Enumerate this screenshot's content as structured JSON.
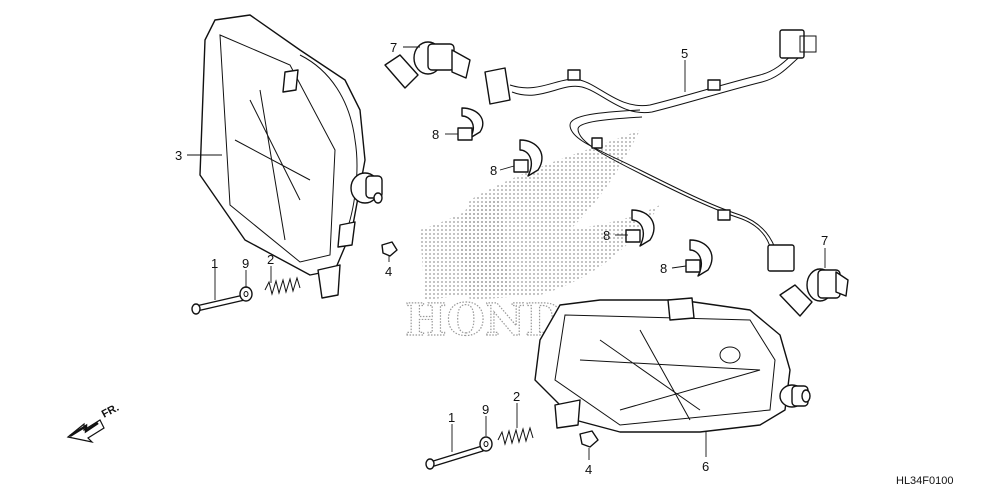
{
  "figure_code": "HL34F0100",
  "direction_label": "FR.",
  "watermark_text": "HONDA",
  "callouts": {
    "bolt_left": "1",
    "bolt_right": "1",
    "spring_left": "2",
    "spring_right": "2",
    "headlight_left": "3",
    "nut_left": "4",
    "nut_right": "4",
    "harness": "5",
    "headlight_right": "6",
    "bulb_left": "7",
    "bulb_right": "7",
    "clip_a": "8",
    "clip_b": "8",
    "clip_c": "8",
    "clip_d": "8",
    "washer_left": "9",
    "washer_right": "9"
  }
}
